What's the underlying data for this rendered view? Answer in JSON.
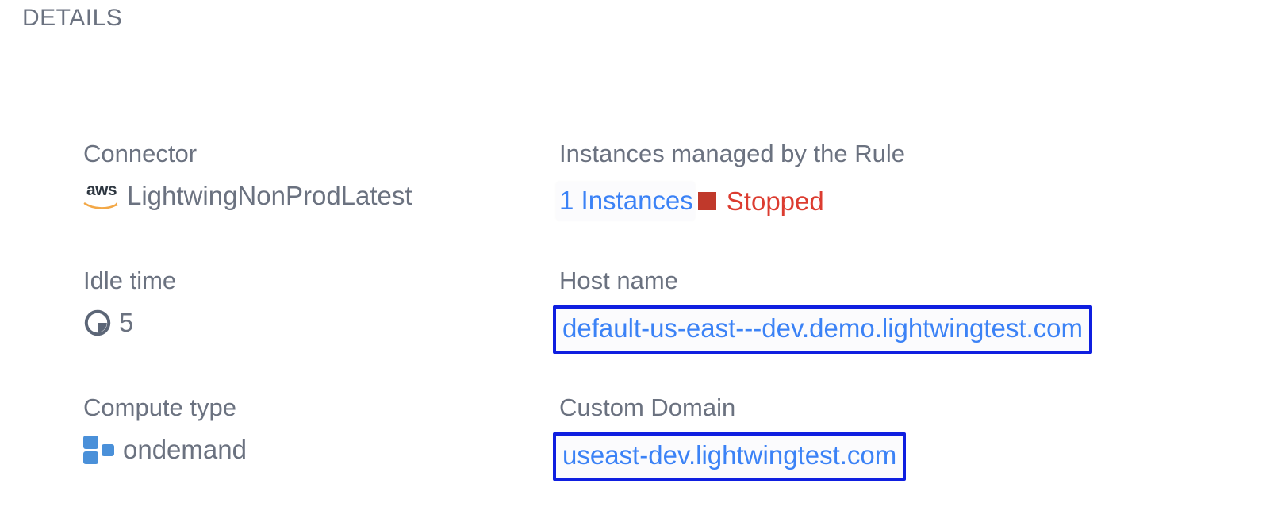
{
  "section": {
    "title": "DETAILS"
  },
  "fields": {
    "connector": {
      "label": "Connector",
      "value": "LightwingNonProdLatest",
      "icon": "aws-logo",
      "icon_word": "aws"
    },
    "instances": {
      "label": "Instances managed by the Rule",
      "count_text": "1 Instances",
      "status": "Stopped",
      "status_icon": "stopped-square-icon"
    },
    "idle_time": {
      "label": "Idle time",
      "value": "5",
      "icon": "clock-pie-icon"
    },
    "host_name": {
      "label": "Host name",
      "value": "default-us-east---dev.demo.lightwingtest.com"
    },
    "compute_type": {
      "label": "Compute type",
      "value": "ondemand",
      "icon": "compute-squares-icon"
    },
    "custom_domain": {
      "label": "Custom Domain",
      "value": "useast-dev.lightwingtest.com"
    }
  },
  "colors": {
    "label_gray": "#6b7280",
    "link_blue": "#3b82f6",
    "highlight_border_blue": "#0f1fe0",
    "status_red": "#dc3c30",
    "status_square_red": "#c0392b",
    "compute_blue": "#4a90d9",
    "aws_orange": "#f3a847",
    "aws_dark": "#2d3640"
  }
}
